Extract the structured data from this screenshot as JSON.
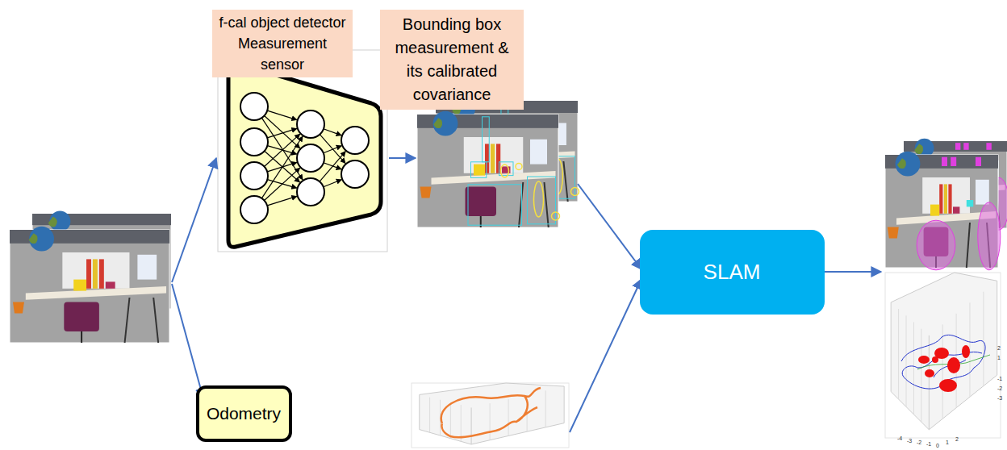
{
  "diagram": {
    "nodes": [
      {
        "text": [
          "f-cal object detector Measurement sensor"
        ]
      },
      {
        "text": [
          "Bounding box measurement & its calibrated covariance"
        ]
      },
      {
        "text": [
          "Odometry"
        ]
      },
      {
        "text": [
          "SLAM"
        ]
      }
    ],
    "labels": [
      "-4",
      "-3",
      "-2",
      "-1",
      "0",
      "1",
      "2",
      "1",
      "2",
      "-1",
      "-2",
      "-3"
    ]
  }
}
